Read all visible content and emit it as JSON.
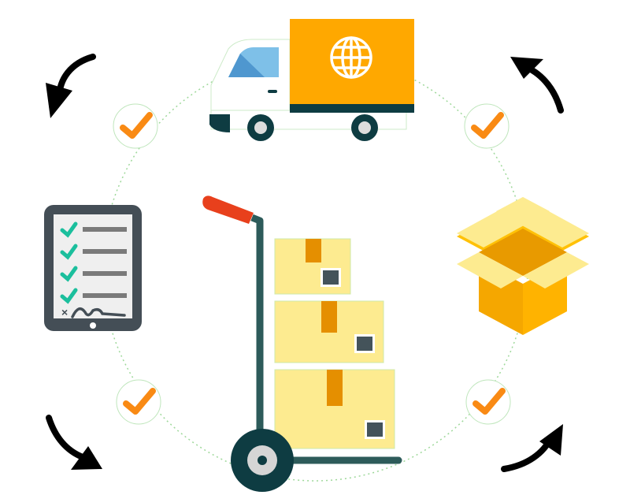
{
  "illustration": {
    "title": "Delivery cycle",
    "colors": {
      "orange": "#FFA800",
      "dark_teal": "#0E3C42",
      "green_dots": "#9ED89A",
      "check": "#F98A14",
      "box_light": "#FDEB90",
      "box_tape": "#E58F00",
      "tablet": "#444E56",
      "tablet_check": "#1BBF9D",
      "handle": "#E8401C",
      "cab_glass": "#7EC0E8"
    },
    "stages": [
      "delivery-truck",
      "open-box",
      "hand-truck-with-boxes",
      "checklist-tablet"
    ]
  }
}
